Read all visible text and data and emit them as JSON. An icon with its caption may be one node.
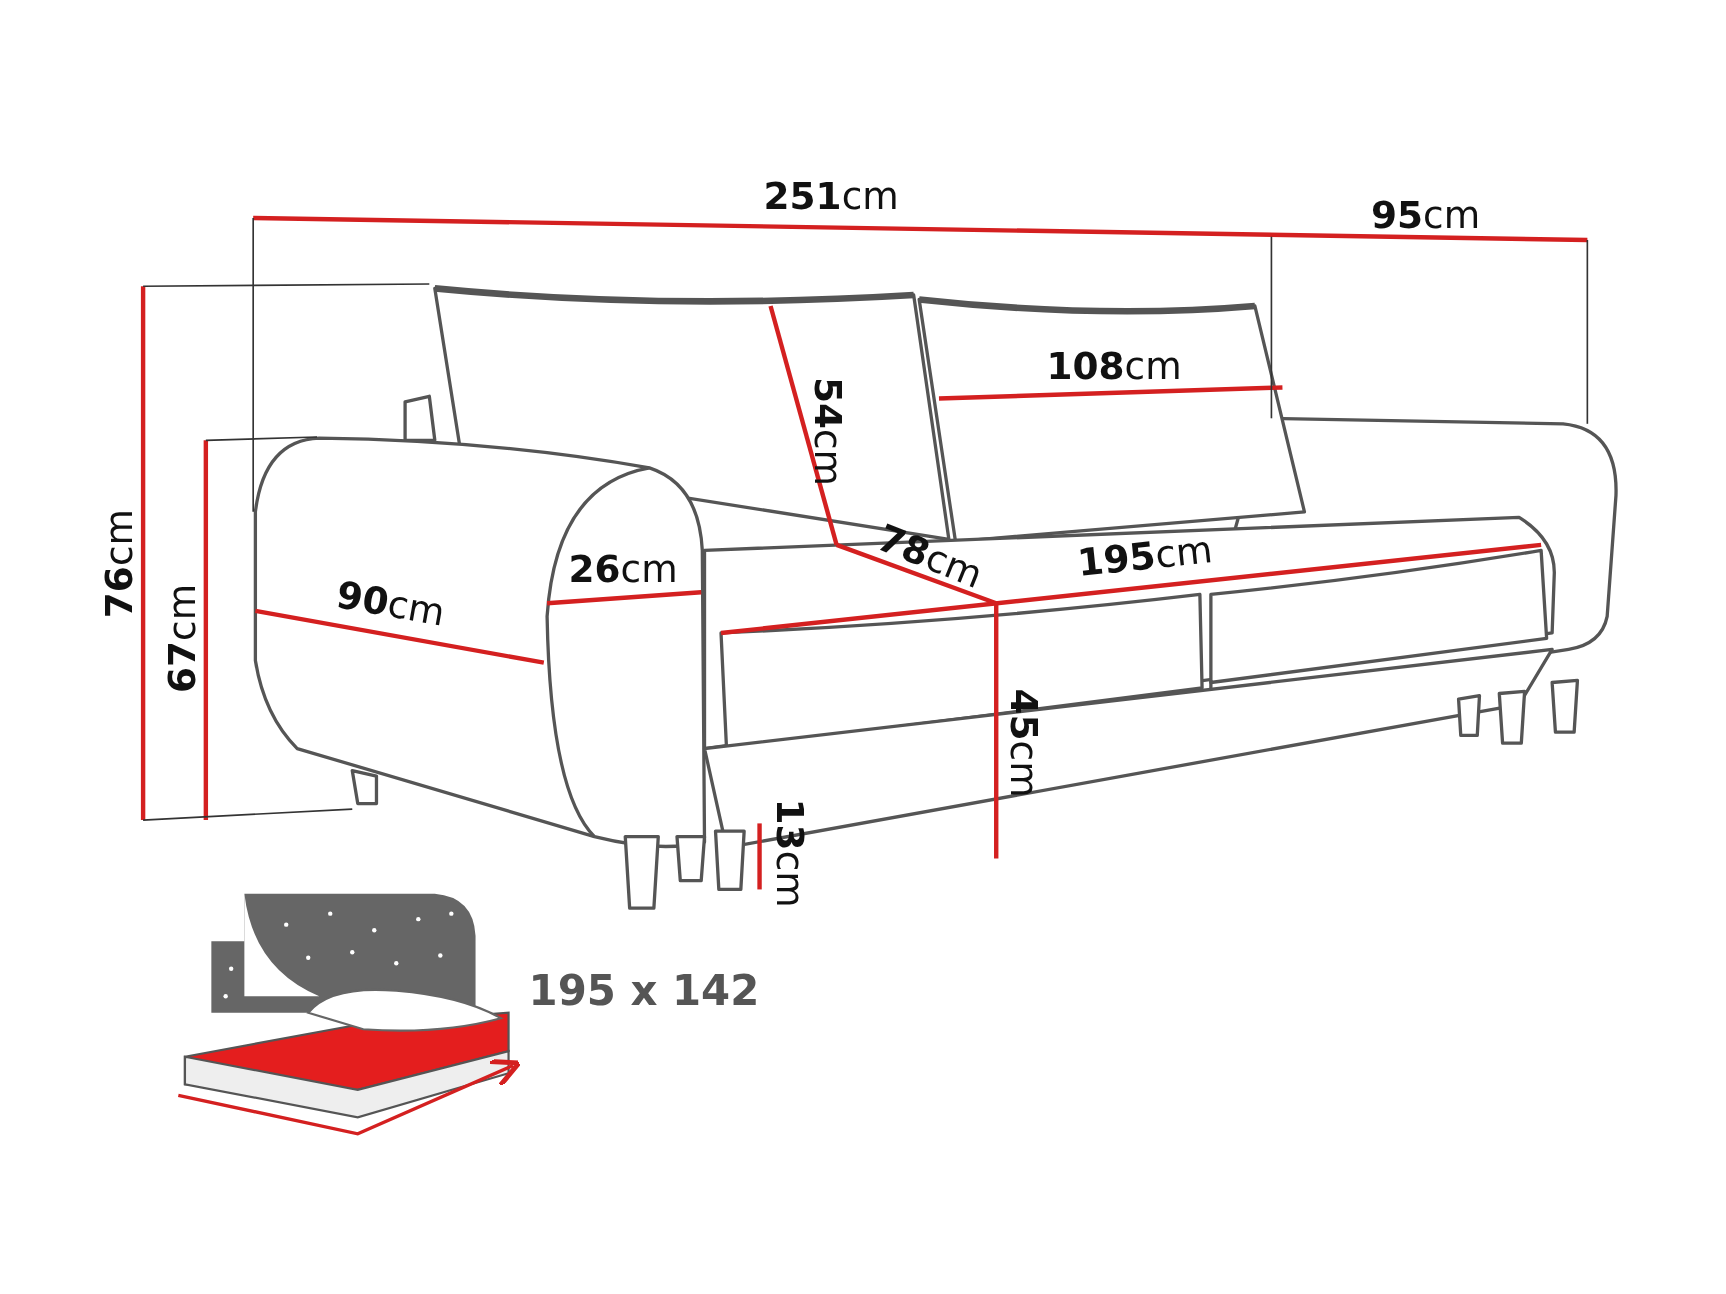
{
  "diagram": {
    "labels": [
      "**251**cm",
      "**95**cm",
      "**108**cm",
      "**54**cm",
      "**76**cm",
      "**67**cm",
      "**90**cm",
      "**26**cm",
      "**78**cm",
      "**195**cm",
      "**45**cm",
      "**13**cm",
      "195 x 142"
    ]
  }
}
